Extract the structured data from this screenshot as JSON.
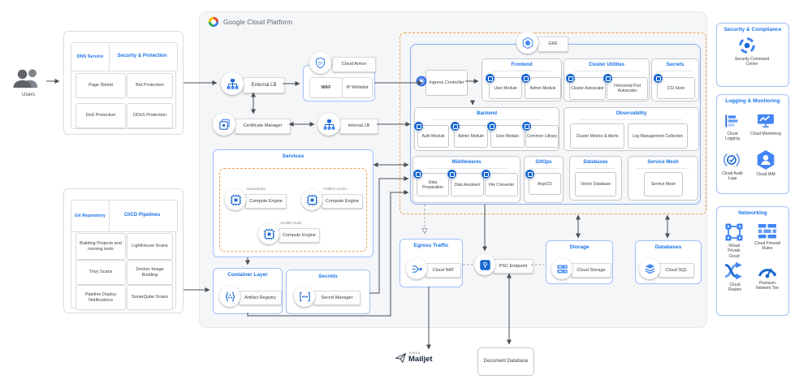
{
  "header": {
    "brand": "Google Cloud Platform"
  },
  "users": {
    "label": "Users"
  },
  "dns_panel": {
    "tab": "DNS Service",
    "title": "Security & Protection",
    "items": [
      "Page Shield",
      "Bot Protection",
      "DoS Protection",
      "DDoS Protection"
    ]
  },
  "cicd_panel": {
    "tab": "Git Repository",
    "title": "CI/CD Pipelines",
    "items": [
      "Building Projects and running tests",
      "LightHouse Scans",
      "Trivy Scans",
      "Docker Image Building",
      "Pipeline Deploy Notifications",
      "SonarQube Scans"
    ]
  },
  "edge": {
    "external_lb": "External LB",
    "cloud_armor": "Cloud Armor",
    "waf": "WAF",
    "ip_whitelist": "IP Whitelist",
    "certificate_manager": "Certificate Manager",
    "internal_lb": "Internal LB"
  },
  "services": {
    "title": "Services",
    "instances": [
      {
        "caption": "SonarQube",
        "label": "Compute Engine"
      },
      {
        "caption": "Artillery runner",
        "label": "Compute Engine"
      },
      {
        "caption": "Ansible Node",
        "label": "Compute Engine"
      }
    ]
  },
  "gke": {
    "badge": "GKE",
    "ingress": "Ingress Controller",
    "frontend": {
      "title": "Frontend",
      "modules": [
        "User Module",
        "Admin Module"
      ]
    },
    "cluster_utilities": {
      "title": "Cluster Utilities",
      "modules": [
        "Cluster Autoscaler",
        "Horizontal Pod Autoscaler"
      ]
    },
    "secrets": {
      "title": "Secrets",
      "modules": [
        "CSI Store"
      ]
    },
    "backend": {
      "title": "Backend",
      "modules": [
        "Auth Module",
        "Admin Module",
        "User Module",
        "Common Library"
      ]
    },
    "observability": {
      "title": "Observability",
      "modules": [
        "Cluster Metrics & Alerts",
        "Log Management Collection"
      ]
    },
    "middlewares": {
      "title": "Middlewares",
      "modules": [
        "Data Preparation",
        "Data Assistent",
        "File Converter"
      ]
    },
    "gitops": {
      "title": "GitOps",
      "modules": [
        "ArgoCD"
      ]
    },
    "databases": {
      "title": "Databases",
      "modules": [
        "Vector Database"
      ]
    },
    "service_mesh": {
      "title": "Service Mesh",
      "modules": [
        "Service Mesh"
      ]
    }
  },
  "platform_services": {
    "egress": {
      "title": "Egress Traffic",
      "label": "Cloud NAT"
    },
    "psc": {
      "label": "PSC Endpoint"
    },
    "storage": {
      "title": "Storage",
      "label": "Cloud Storage"
    },
    "databases": {
      "title": "Databases",
      "label": "Cloud SQL"
    },
    "container_layer": {
      "title": "Container Layer",
      "label": "Artifact Registry"
    },
    "secrets": {
      "title": "Secrets",
      "label": "Secret Manager"
    }
  },
  "external": {
    "mailjet_small": "SINCH",
    "mailjet": "Mailjet",
    "document_db": "Document Database"
  },
  "right_rail": {
    "security_compliance": {
      "title": "Security & Compliance",
      "items": [
        "Security Command Center"
      ]
    },
    "logging_monitoring": {
      "title": "Logging & Monitoring",
      "items": [
        "Cloud Logging",
        "Cloud Monitoring",
        "Cloud Audit Logs",
        "Cloud IAM"
      ]
    },
    "networking": {
      "title": "Networking",
      "items": [
        "Virtual Private Cloud",
        "Cloud Firewall Rules",
        "Cloud Routes",
        "Premium Network Tier"
      ]
    }
  },
  "colors": {
    "accent_blue": "#1a73e8",
    "icon_blue": "#1967d2",
    "border_blue": "#9fc1f7",
    "dashed_orange": "#f2a14e",
    "panel_gray": "#f4f6f8",
    "border_gray": "#dadce0",
    "text_dark": "#3c4043",
    "arrow_gray": "#4a4f54"
  }
}
